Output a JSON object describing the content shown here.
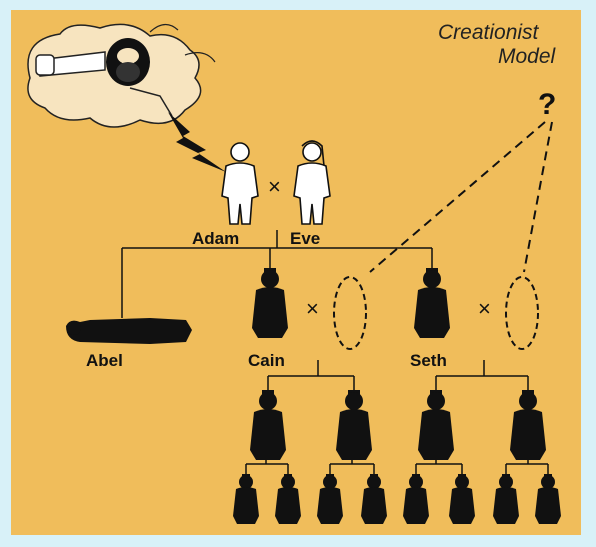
{
  "title": {
    "line1": "Creationist",
    "line2": "Model"
  },
  "unknown_marker": "?",
  "symbols": {
    "union": "×"
  },
  "people": {
    "adam": "Adam",
    "eve": "Eve",
    "abel": "Abel",
    "cain": "Cain",
    "seth": "Seth"
  },
  "icons": {
    "creator": "bearded-creator-icon",
    "lightning": "lightning-bolt-icon",
    "figure": "person-silhouette-icon",
    "unknown_wife": "dashed-oval-icon"
  },
  "colors": {
    "background": "#f0bd5b",
    "frame": "#d8f1f8",
    "ink": "#111111"
  }
}
